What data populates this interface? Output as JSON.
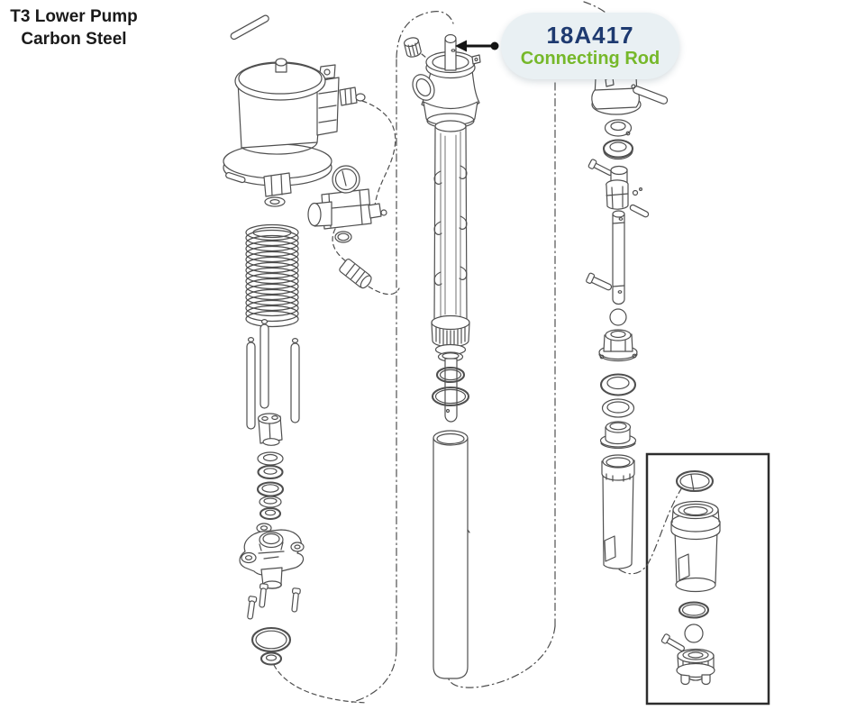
{
  "title": {
    "line1": "T3 Lower Pump",
    "line2": "Carbon Steel",
    "color": "#1a1a1a"
  },
  "callout": {
    "part_number": "18A417",
    "part_name": "Connecting Rod",
    "part_number_color": "#1e3a70",
    "part_name_color": "#76b82a",
    "bubble_bg": "#e9f0f3",
    "arrow_color": "#141414"
  },
  "diagram": {
    "line_color": "#4f4f4f",
    "inset_border_color": "#2d2d2d",
    "background": "#ffffff"
  }
}
